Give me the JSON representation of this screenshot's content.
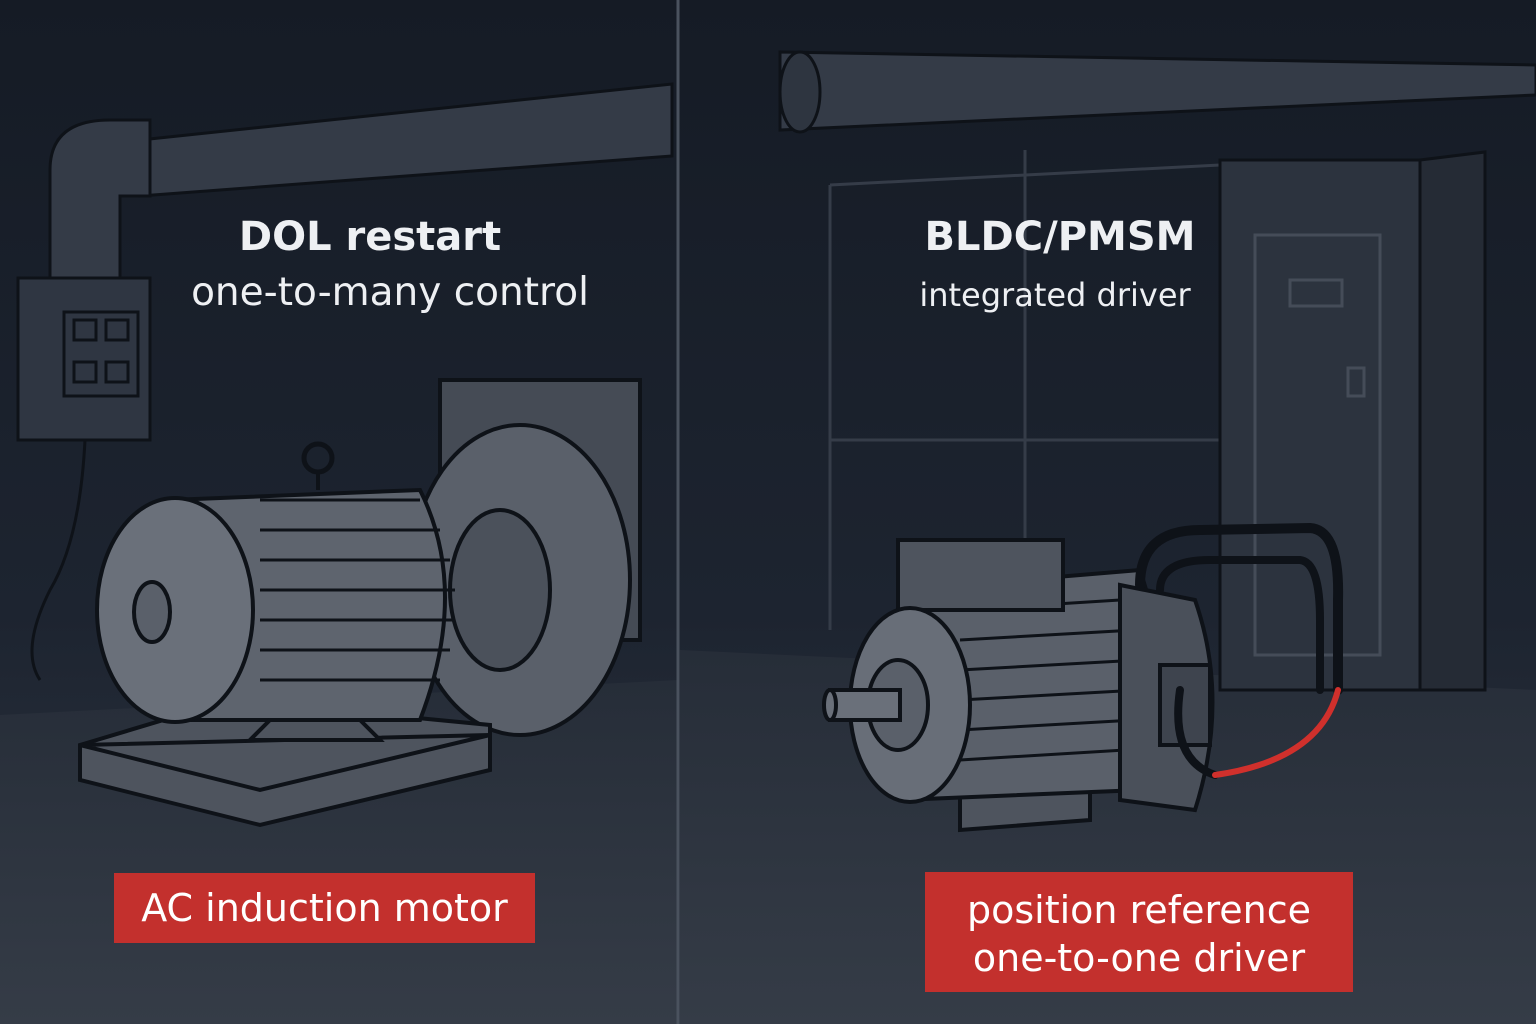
{
  "left_panel": {
    "title_line1": "DOL restart",
    "title_line2": "one-to-many control",
    "label": "AC induction motor"
  },
  "right_panel": {
    "title_line1": "BLDC/PMSM",
    "title_line2": "integrated driver",
    "label_line1": "position reference",
    "label_line2": "one-to-one driver"
  },
  "colors": {
    "background": "#1a202b",
    "accent_red": "#c3302d",
    "machine_gray": "#5a606a",
    "text": "#eef0f3"
  }
}
